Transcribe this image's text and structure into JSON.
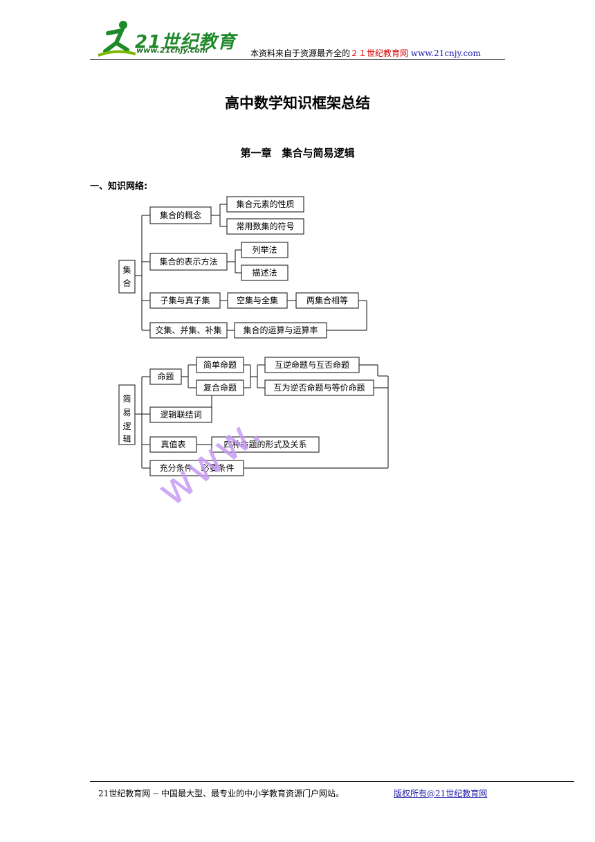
{
  "header": {
    "logo_text": "21世纪教育",
    "logo_url": "www.21cnjy.com",
    "note_prefix": "本资料来自于资源最齐全的",
    "note_red": "２１世纪教育网",
    "note_url": "www.21cnjy.com"
  },
  "title": "高中数学知识框架总结",
  "chapter": "第一章　集合与简易逻辑",
  "section": "一、知识网络:",
  "diagram1": {
    "root": "集合",
    "concept": "集合的概念",
    "element_props": "集合元素的性质",
    "common_sets": "常用数集的符号",
    "representation": "集合的表示方法",
    "enumeration": "列举法",
    "description": "描述法",
    "subset": "子集与真子集",
    "empty_universal": "空集与全集",
    "equal_sets": "两集合相等",
    "operations": "交集、并集、补集",
    "operation_laws": "集合的运算与运算率"
  },
  "diagram2": {
    "root": "简易逻辑",
    "proposition": "命题",
    "simple": "简单命题",
    "compound": "复合命题",
    "inverse_negation": "互逆命题与互否命题",
    "contrapositive": "互为逆否命题与等价命题",
    "connectives": "逻辑联结词",
    "truth_table": "真值表",
    "four_forms": "四种命题的形式及关系",
    "conditions": "充分条件　必要条件"
  },
  "watermark": "www.",
  "footer": {
    "left": "21世纪教育网 -- 中国最大型、最专业的中小学教育资源门户网站。",
    "right": "版权所有@21世纪教育网"
  }
}
